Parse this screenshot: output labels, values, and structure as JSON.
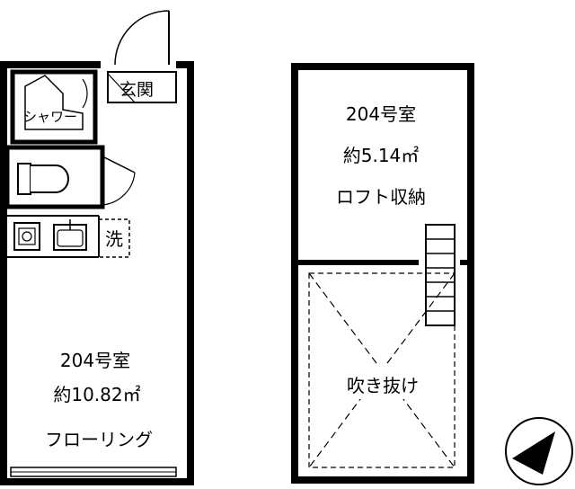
{
  "main_floor": {
    "room_number": "204号室",
    "area": "約10.82㎡",
    "floor_type": "フローリング",
    "entrance_label": "玄関",
    "shower_label": "シャワー",
    "washer_label": "洗"
  },
  "loft": {
    "room_number": "204号室",
    "area": "約5.14㎡",
    "type": "ロフト収納",
    "void_label": "吹き抜け"
  },
  "compass": {
    "icon": "north-arrow-icon"
  }
}
